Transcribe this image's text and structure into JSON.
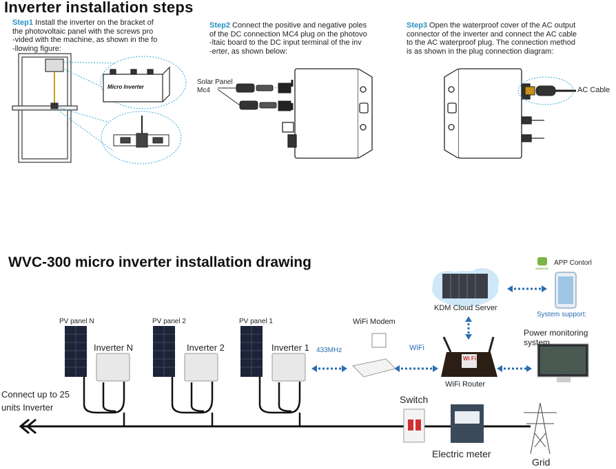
{
  "top": {
    "title": "Inverter installation steps",
    "step1": {
      "num": "Step1",
      "lines": [
        "Install the inverter on the bracket of",
        "the photovoltaic panel with the screws pro",
        "-vided with the machine, as shown in the fo",
        "-llowing figure:"
      ],
      "inverter_label": "Micro Inverter"
    },
    "step2": {
      "num": "Step2",
      "lines": [
        "Connect the positive and negative poles",
        "of the DC connection MC4 plug on the photovo",
        "-ltaic board to the DC input terminal of the inv",
        "-erter, as shown below:"
      ],
      "solar_label_1": "Solar Panel",
      "solar_label_2": "Mc4"
    },
    "step3": {
      "num": "Step3",
      "lines": [
        "Open the waterproof cover of the AC output",
        "connector of the inverter and connect the AC cable",
        "to the AC waterproof plug. The connection method",
        "is as shown in the plug connection diagram:"
      ],
      "ac_label": "AC Cable"
    }
  },
  "bottom": {
    "title": "WVC-300 micro inverter installation drawing",
    "panels": [
      {
        "panel": "PV panel N",
        "inverter": "Inverter N"
      },
      {
        "panel": "PV panel 2",
        "inverter": "Inverter 2"
      },
      {
        "panel": "PV panel 1",
        "inverter": "Inverter 1"
      }
    ],
    "freq": "433MHz",
    "wifi_modem": "WiFi Modem",
    "wifi": "WiFi",
    "wifi_router": "WiFi Router",
    "router_badge": "Wi Fi",
    "cloud": "KDM Cloud Server",
    "app": "APP Contorl",
    "support": "System support:",
    "power_monitor": "Power monitoring system",
    "connect_line1": "Connect up to 25",
    "connect_line2": "units Inverter",
    "switch": "Switch",
    "meter": "Electric meter",
    "grid": "Grid",
    "android_label": "ANDROID"
  }
}
